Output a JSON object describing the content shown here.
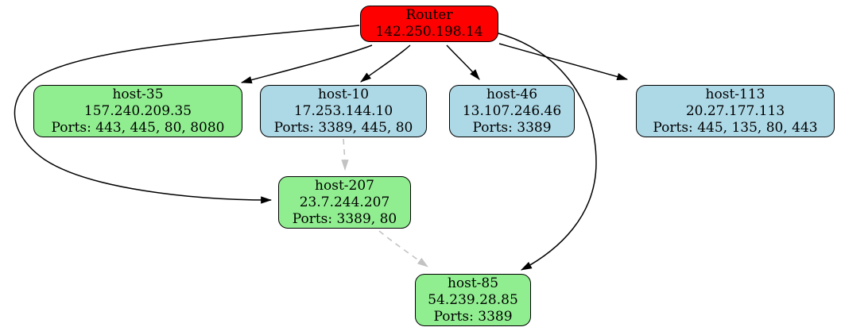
{
  "diagram": {
    "kind": "network-topology-graph",
    "colors": {
      "router_fill": "#ff0000",
      "green_host_fill": "#90ee90",
      "blue_host_fill": "#add8e6",
      "node_border": "#000000",
      "solid_edge": "#000000",
      "dashed_edge": "#c3c3c3",
      "background": "#ffffff"
    },
    "nodes": [
      {
        "id": "Router",
        "label": "Router",
        "ip": "142.250.198.14",
        "ports": "",
        "fill": "#ff0000"
      },
      {
        "id": "host-35",
        "label": "host-35",
        "ip": "157.240.209.35",
        "ports": "Ports: 443, 445, 80, 8080",
        "fill": "#90ee90"
      },
      {
        "id": "host-10",
        "label": "host-10",
        "ip": "17.253.144.10",
        "ports": "Ports: 3389, 445, 80",
        "fill": "#add8e6"
      },
      {
        "id": "host-46",
        "label": "host-46",
        "ip": "13.107.246.46",
        "ports": "Ports: 3389",
        "fill": "#add8e6"
      },
      {
        "id": "host-113",
        "label": "host-113",
        "ip": "20.27.177.113",
        "ports": "Ports: 445, 135, 80, 443",
        "fill": "#add8e6"
      },
      {
        "id": "host-207",
        "label": "host-207",
        "ip": "23.7.244.207",
        "ports": "Ports: 3389, 80",
        "fill": "#90ee90"
      },
      {
        "id": "host-85",
        "label": "host-85",
        "ip": "54.239.28.85",
        "ports": "Ports: 3389",
        "fill": "#90ee90"
      }
    ],
    "edges": [
      {
        "from": "Router",
        "to": "host-35",
        "style": "solid",
        "color": "#000000"
      },
      {
        "from": "Router",
        "to": "host-10",
        "style": "solid",
        "color": "#000000"
      },
      {
        "from": "Router",
        "to": "host-46",
        "style": "solid",
        "color": "#000000"
      },
      {
        "from": "Router",
        "to": "host-113",
        "style": "solid",
        "color": "#000000"
      },
      {
        "from": "Router",
        "to": "host-207",
        "style": "solid",
        "color": "#000000"
      },
      {
        "from": "Router",
        "to": "host-85",
        "style": "solid",
        "color": "#000000"
      },
      {
        "from": "host-10",
        "to": "host-207",
        "style": "dashed",
        "color": "#c3c3c3"
      },
      {
        "from": "host-207",
        "to": "host-85",
        "style": "dashed",
        "color": "#c3c3c3"
      }
    ]
  }
}
